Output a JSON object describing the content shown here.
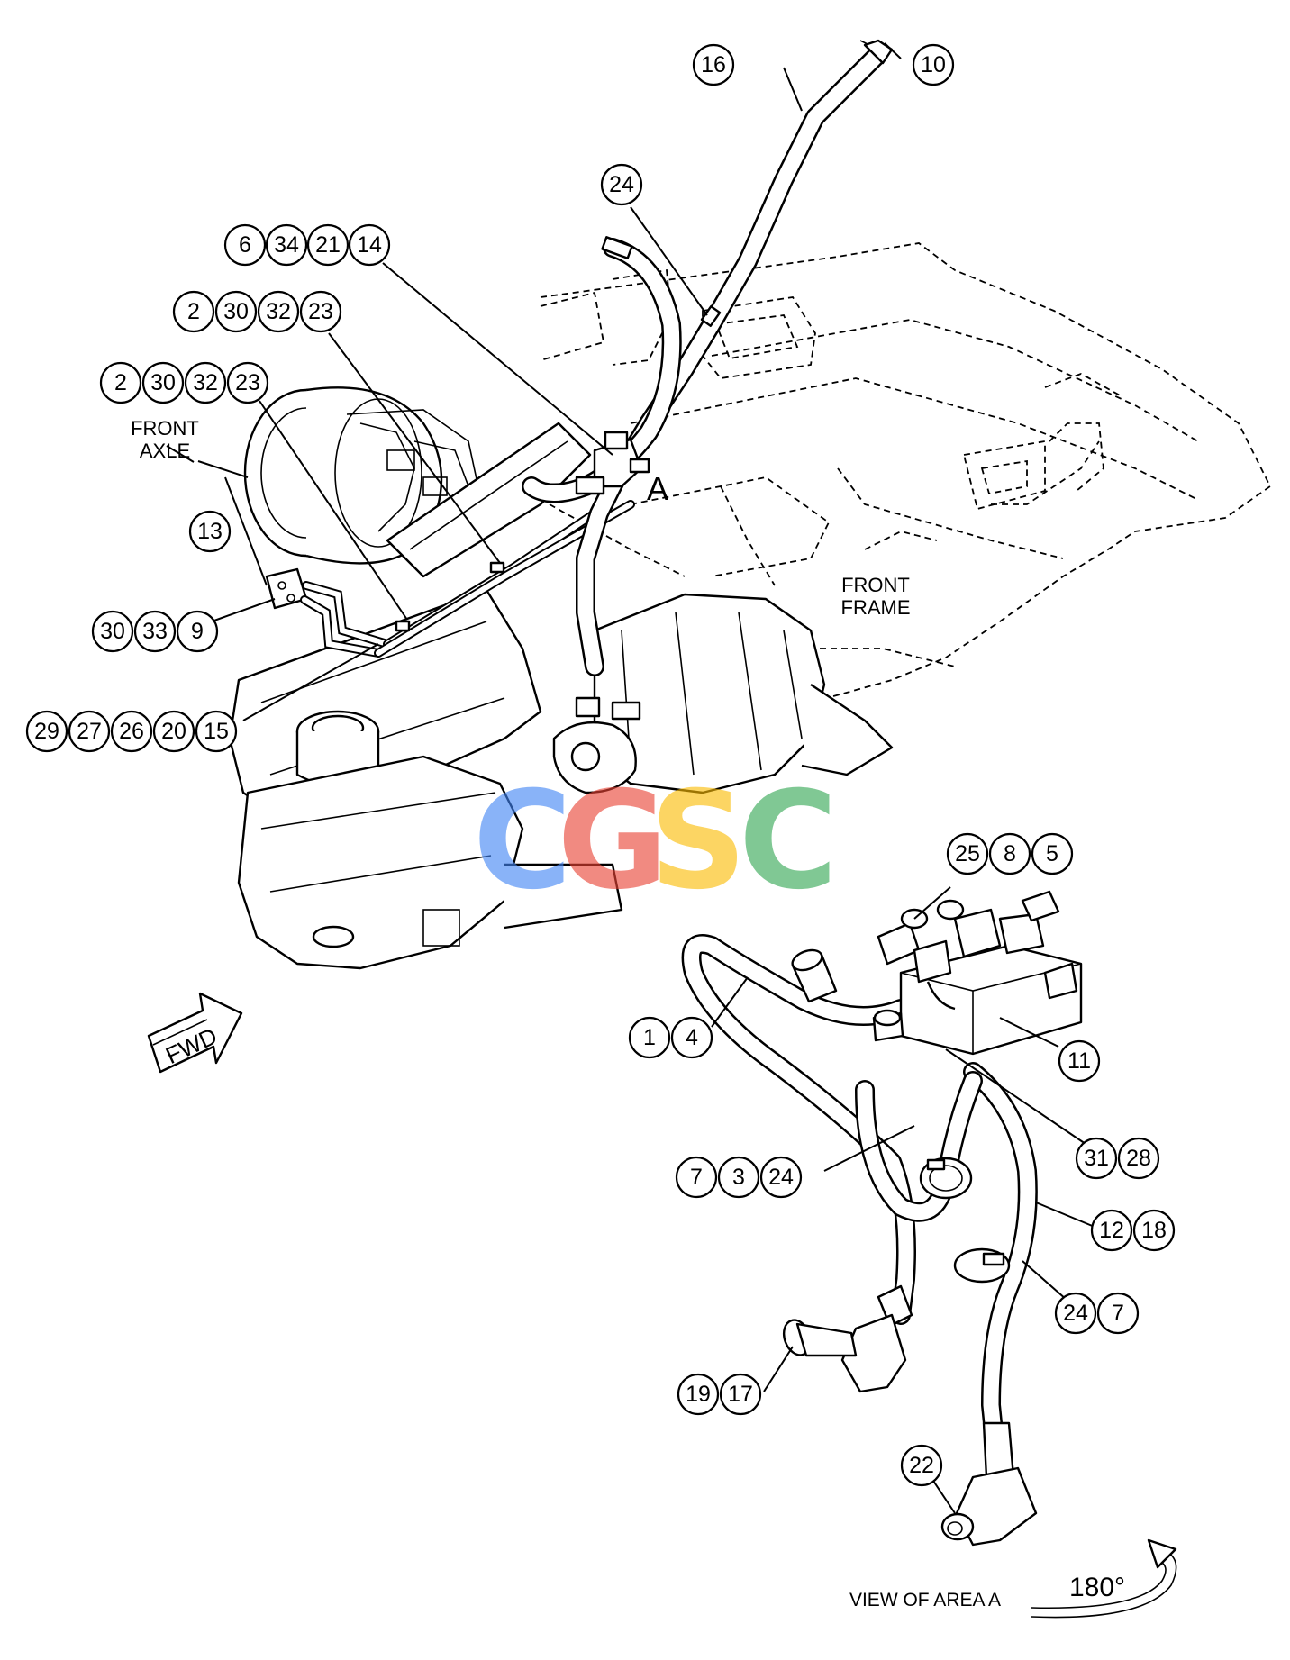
{
  "labels": {
    "front_axle_line1": "FRONT",
    "front_axle_line2": "AXLE",
    "front_frame_line1": "FRONT",
    "front_frame_line2": "FRAME",
    "area_a": "A",
    "fwd": "FWD",
    "view_of_area_a": "VIEW OF AREA A",
    "rotation": "180°"
  },
  "watermark": {
    "letters": [
      "C",
      "G",
      "S",
      "C"
    ],
    "colors": [
      "#4285f4",
      "#ea4335",
      "#fbbc05",
      "#34a853"
    ]
  },
  "callouts": {
    "g16": [
      "16"
    ],
    "g10": [
      "10"
    ],
    "g24a": [
      "24"
    ],
    "g_top": [
      "6",
      "34",
      "21",
      "14"
    ],
    "g_row2": [
      "2",
      "30",
      "32",
      "23"
    ],
    "g_row3": [
      "2",
      "30",
      "32",
      "23"
    ],
    "g13": [
      "13"
    ],
    "g_30_33_9": [
      "30",
      "33",
      "9"
    ],
    "g_bottom_left": [
      "29",
      "27",
      "26",
      "20",
      "15"
    ],
    "g_25_8_5": [
      "25",
      "8",
      "5"
    ],
    "g_1_4": [
      "1",
      "4"
    ],
    "g11": [
      "11"
    ],
    "g_31_28": [
      "31",
      "28"
    ],
    "g_7_3_24": [
      "7",
      "3",
      "24"
    ],
    "g_12_18": [
      "12",
      "18"
    ],
    "g_24_7": [
      "24",
      "7"
    ],
    "g_19_17": [
      "19",
      "17"
    ],
    "g22": [
      "22"
    ]
  }
}
